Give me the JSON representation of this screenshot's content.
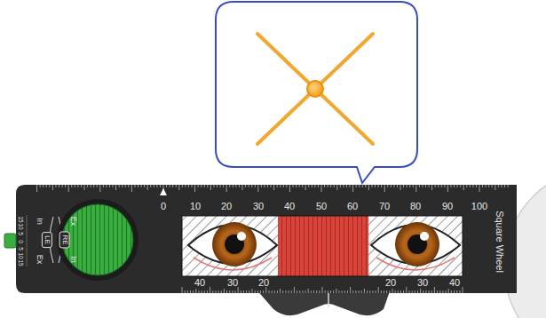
{
  "diagram": {
    "nodes": [
      {
        "text": [
          "LE"
        ]
      },
      {
        "text": [
          "RE"
        ]
      }
    ],
    "labels": [
      "0",
      "10",
      "20",
      "30",
      "40",
      "50",
      "60",
      "70",
      "80",
      "90",
      "100",
      "40",
      "30",
      "20",
      "20",
      "30",
      "40",
      "In",
      "Ex",
      "Ex",
      "In",
      "15",
      "10",
      "5",
      "0",
      "5",
      "10",
      "15",
      "Square Wheel"
    ]
  }
}
